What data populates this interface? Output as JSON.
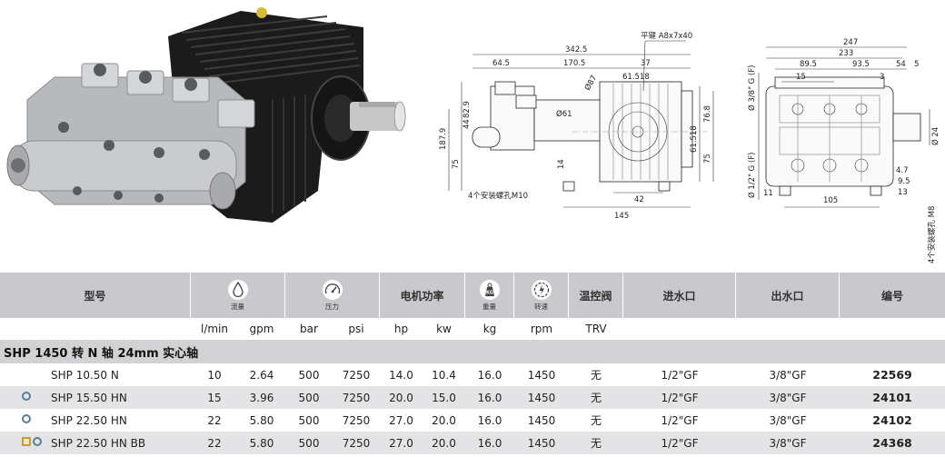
{
  "drawing_labels": {
    "key_spec": "平键 A8x7x40",
    "mount_holes_side": "4个安装螺孔M10",
    "mount_holes_front": "4个安装螺孔 M8",
    "side_dims": [
      "342.5",
      "64.5",
      "170.5",
      "37",
      "61.518",
      "Ø87",
      "Ø61",
      "82.9",
      "44",
      "187.9",
      "75",
      "14",
      "61.518",
      "76.8",
      "75",
      "42",
      "145"
    ],
    "front_dims": [
      "247",
      "233",
      "89.5",
      "93.5",
      "54",
      "5",
      "15",
      "3",
      "Ø 3/8\" G (F)",
      "Ø 1/2\" G (F)",
      "Ø 24",
      "11",
      "105",
      "4.7",
      "9.5",
      "13"
    ]
  },
  "table": {
    "headers": {
      "model": "型号",
      "flow": "流量",
      "pressure": "压力",
      "power": "电机功率",
      "weight": "重量",
      "weight_badge": "KG",
      "speed": "转速",
      "trv": "温控阀",
      "inlet": "进水口",
      "outlet": "出水口",
      "code": "编号"
    },
    "units": [
      "l/min",
      "gpm",
      "bar",
      "psi",
      "hp",
      "kw",
      "kg",
      "rpm",
      "TRV"
    ],
    "section_title": "SHP 1450 转 N 轴 24mm 实心轴",
    "rows": [
      {
        "model": "SHP 10.50 N",
        "lmin": "10",
        "gpm": "2.64",
        "bar": "500",
        "psi": "7250",
        "hp": "14.0",
        "kw": "10.4",
        "kg": "16.0",
        "rpm": "1450",
        "trv": "无",
        "inlet": "1/2\"GF",
        "outlet": "3/8\"GF",
        "code": "22569",
        "marks": []
      },
      {
        "model": "SHP 15.50 HN",
        "lmin": "15",
        "gpm": "3.96",
        "bar": "500",
        "psi": "7250",
        "hp": "20.0",
        "kw": "15.0",
        "kg": "16.0",
        "rpm": "1450",
        "trv": "无",
        "inlet": "1/2\"GF",
        "outlet": "3/8\"GF",
        "code": "24101",
        "marks": [
          "circle"
        ]
      },
      {
        "model": "SHP 22.50 HN",
        "lmin": "22",
        "gpm": "5.80",
        "bar": "500",
        "psi": "7250",
        "hp": "27.0",
        "kw": "20.0",
        "kg": "16.0",
        "rpm": "1450",
        "trv": "无",
        "inlet": "1/2\"GF",
        "outlet": "3/8\"GF",
        "code": "24102",
        "marks": [
          "circle"
        ]
      },
      {
        "model": "SHP 22.50 HN BB",
        "lmin": "22",
        "gpm": "5.80",
        "bar": "500",
        "psi": "7250",
        "hp": "27.0",
        "kw": "20.0",
        "kg": "16.0",
        "rpm": "1450",
        "trv": "无",
        "inlet": "1/2\"GF",
        "outlet": "3/8\"GF",
        "code": "24368",
        "marks": [
          "square",
          "circle"
        ]
      }
    ]
  },
  "colors": {
    "header_bg": "#c9c9cd",
    "section_bg": "#d2d2d5",
    "alt_row_bg": "#e4e4e6",
    "mark_circle": "#5a7d96",
    "mark_square": "#c79b3a"
  }
}
